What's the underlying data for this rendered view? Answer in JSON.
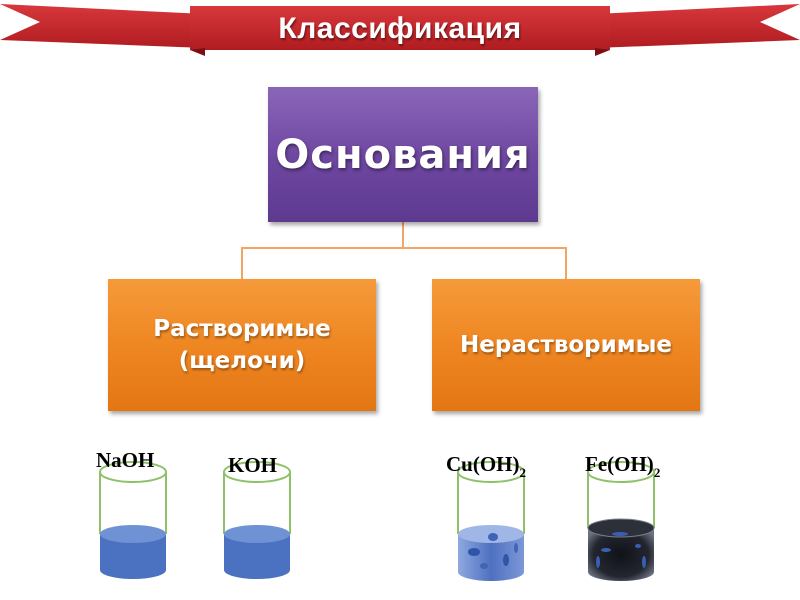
{
  "banner": {
    "title": "Классификация",
    "ribbon_color": "#c8282c",
    "ribbon_dark": "#8e1418"
  },
  "diagram": {
    "root": {
      "label": "Основания",
      "color": "#6f49a2"
    },
    "children": [
      {
        "label_line1": "Растворимые",
        "label_line2": "(щелочи)",
        "color": "#ee8520"
      },
      {
        "label": "Нерастворимые",
        "color": "#ee8520"
      }
    ],
    "connector_color": "#f2a464"
  },
  "examples": [
    {
      "formula": "NaOH",
      "liquid": "clear",
      "color": "#4a72c0"
    },
    {
      "formula": "KOH",
      "liquid": "clear",
      "color": "#4a72c0"
    },
    {
      "formula_main": "Cu(OH)",
      "formula_sub": "2",
      "liquid": "precipitate",
      "color": "#5b7fc8"
    },
    {
      "formula_main": "Fe(OH)",
      "formula_sub": "2",
      "liquid": "precipitate",
      "color": "#1c1f2a"
    }
  ],
  "beaker_rim_color": "#8fc16a"
}
